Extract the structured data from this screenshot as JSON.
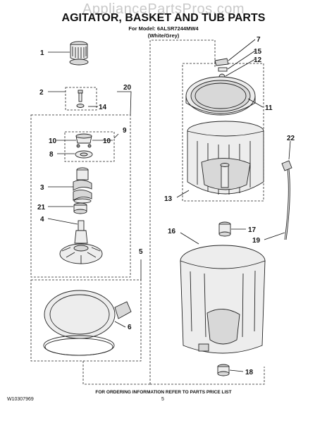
{
  "watermark": "AppliancePartsPros.com",
  "title": "AGITATOR, BASKET AND TUB PARTS",
  "model_line": "For Model: 6ALSR7244MW4",
  "color_line": "(White/Grey)",
  "footer": {
    "order_note": "FOR ORDERING INFORMATION REFER TO PARTS PRICE LIST",
    "doc_number": "W10307969",
    "page_number": "5"
  },
  "callouts": {
    "c1": "1",
    "c2": "2",
    "c3": "3",
    "c4": "4",
    "c5": "5",
    "c6": "6",
    "c7": "7",
    "c8": "8",
    "c9": "9",
    "c10a": "10",
    "c10b": "10",
    "c11": "11",
    "c12": "12",
    "c13": "13",
    "c14": "14",
    "c15": "15",
    "c16": "16",
    "c17": "17",
    "c18": "18",
    "c19": "19",
    "c20": "20",
    "c21": "21",
    "c22": "22"
  }
}
